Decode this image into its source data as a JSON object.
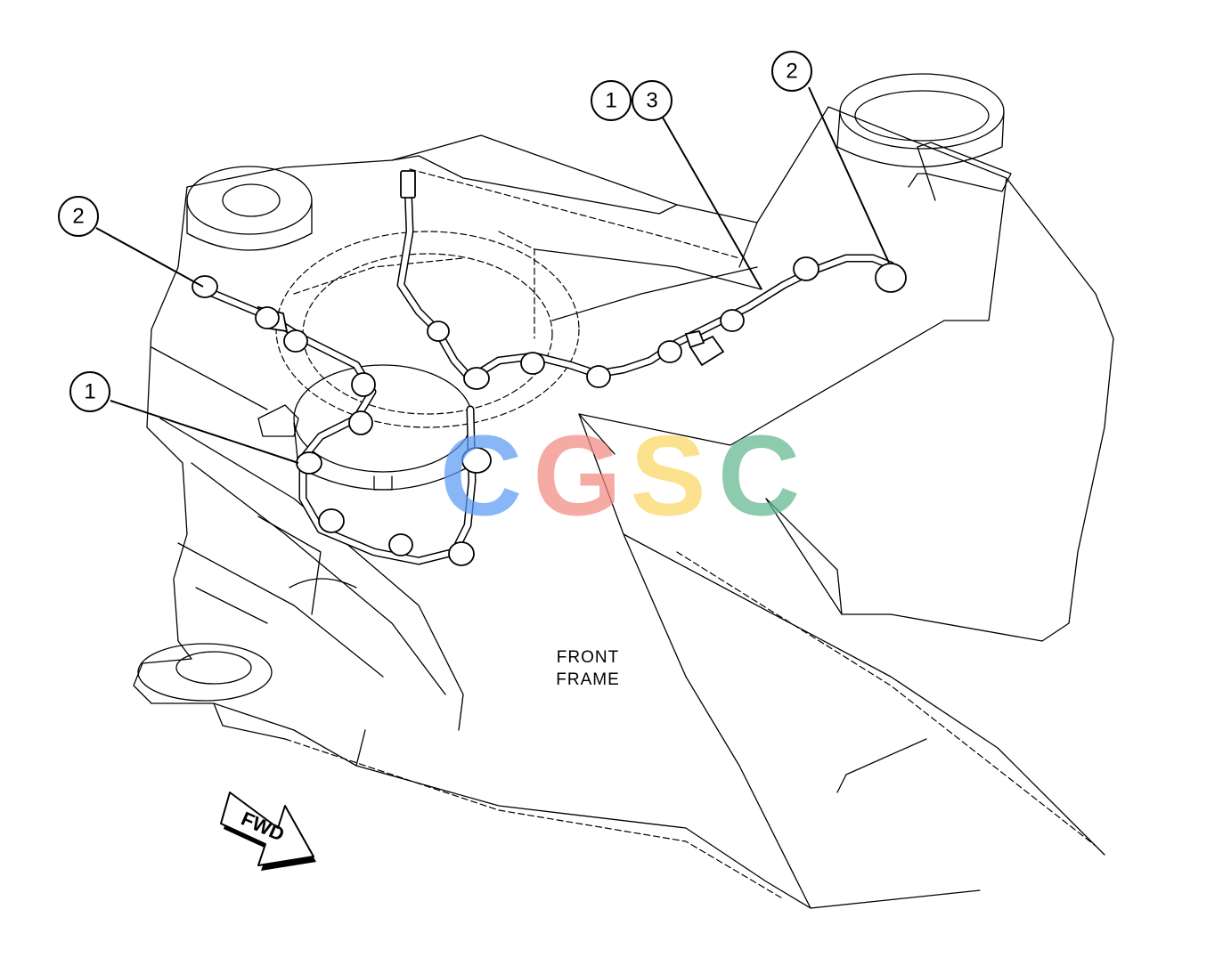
{
  "callouts": [
    {
      "label": "1",
      "color_hex": "#000000"
    },
    {
      "label": "3",
      "color_hex": "#000000"
    },
    {
      "label": "2",
      "color_hex": "#000000"
    },
    {
      "label": "2",
      "color_hex": "#000000"
    },
    {
      "label": "1",
      "color_hex": "#000000"
    }
  ],
  "frame_label": {
    "line1": "FRONT",
    "line2": "FRAME"
  },
  "direction_arrow": {
    "label": "FWD"
  },
  "watermark": {
    "letters": [
      "C",
      "G",
      "S",
      "C"
    ],
    "colors": [
      "#5b9bf5",
      "#f28b82",
      "#fcd664",
      "#62b88f"
    ]
  }
}
